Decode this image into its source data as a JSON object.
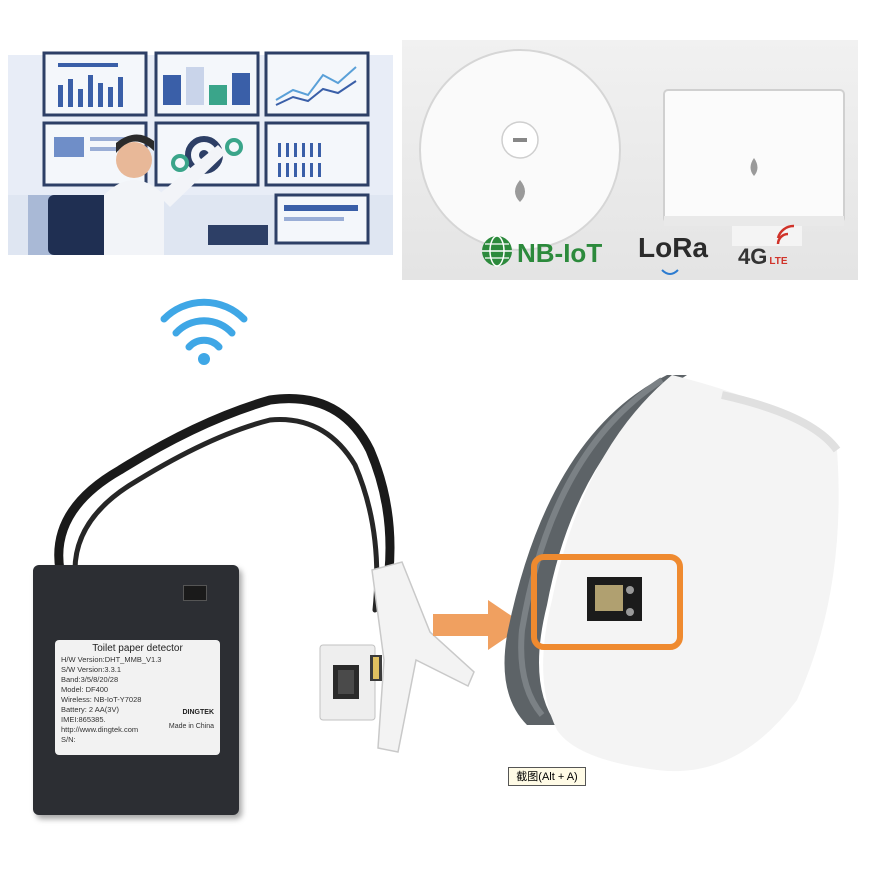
{
  "dispenser_photo": {
    "badges": {
      "nbiot": "NB-IoT",
      "lora": "LoRa",
      "fourg": "4G",
      "lte": "LTE"
    }
  },
  "detector": {
    "label_title": "Toilet paper detector",
    "label_lines": [
      "H/W Version:DHT_MMB_V1.3",
      "S/W Version:3.3.1",
      "Band:3/5/8/20/28",
      "Model: DF400",
      "Wireless: NB-IoT-Y7028",
      "Battery: 2 AA(3V)",
      "IMEI:865385.",
      "http://www.dingtek.com",
      "S/N:"
    ],
    "brand": "DINGTEK",
    "made_in": "Made in China"
  },
  "tooltip": {
    "text": "截图(Alt + A)"
  },
  "colors": {
    "nbiot_green": "#2c8a3c",
    "lte_red": "#d0332a",
    "arrow_orange": "#f0a060",
    "highlight_orange": "#ef8a2f",
    "wifi_blue": "#3fa7e6",
    "screen_navy": "#2d3f66"
  }
}
